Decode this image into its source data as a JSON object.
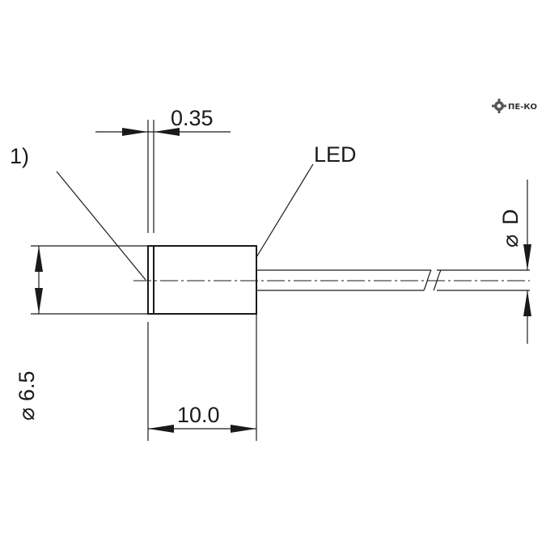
{
  "labels": {
    "note": "1)",
    "led": "LED",
    "gap": "0.35",
    "diameter_body": "6.5",
    "diameter_symbol": "⌀",
    "length": "10.0",
    "diameter_fiber": "D"
  },
  "logo": {
    "text": "ПЕ-КО",
    "icon": "gear-icon"
  },
  "colors": {
    "ink": "#1a1a1a"
  }
}
